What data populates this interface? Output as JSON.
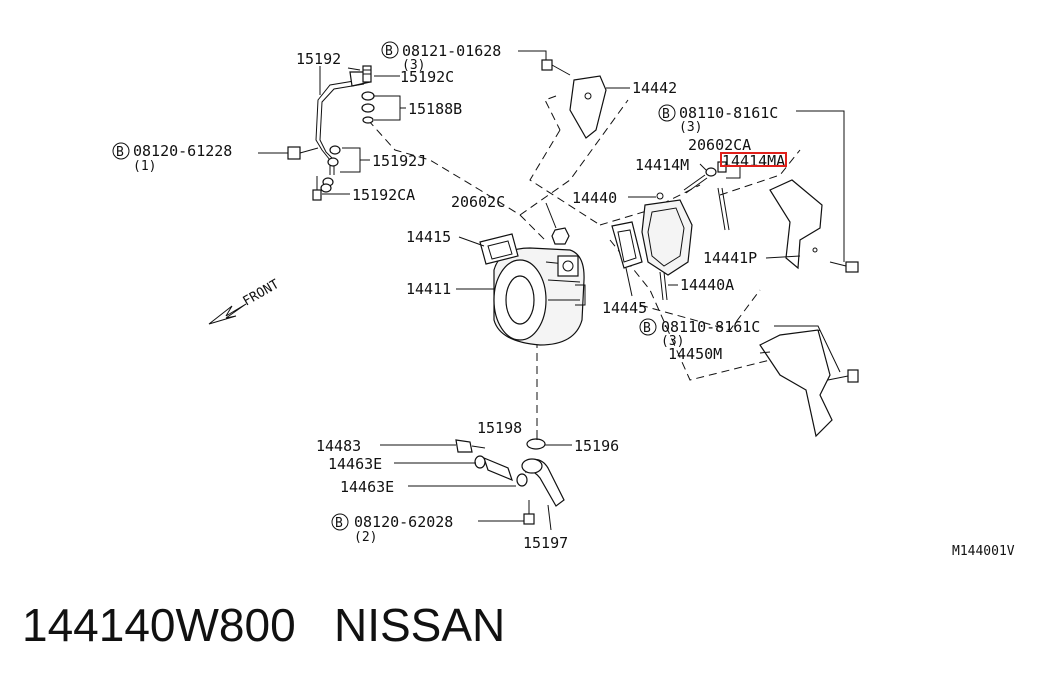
{
  "caption": "144140W800   NISSAN",
  "diagram_code": "M144001V",
  "front_label": "FRONT",
  "bolt_symbol": "B",
  "highlight_color": "#e0201b",
  "labels": {
    "p15192": "15192",
    "p15192c": "15192C",
    "p15188b": "15188B",
    "p15192j": "15192J",
    "p15192ca": "15192CA",
    "b08121": "08121-01628",
    "b08121_qty": "(3)",
    "p14442": "14442",
    "b08110a": "08110-8161C",
    "b08110a_qty": "(3)",
    "b08120a": "08120-61228",
    "b08120a_qty": "(1)",
    "p20602ca": "20602CA",
    "p14414m": "14414M",
    "p14414ma": "14414MA",
    "p20602c": "20602C",
    "p14440": "14440",
    "p14415": "14415",
    "p14441p": "14441P",
    "p14411": "14411",
    "p14440a": "14440A",
    "p14445": "14445",
    "b08110b": "08110-8161C",
    "b08110b_qty": "(3)",
    "p14450m": "14450M",
    "p15198": "15198",
    "p14483": "14483",
    "p15196": "15196",
    "p14463e_1": "14463E",
    "p14463e_2": "14463E",
    "b08120b": "08120-62028",
    "b08120b_qty": "(2)",
    "p15197": "15197"
  }
}
